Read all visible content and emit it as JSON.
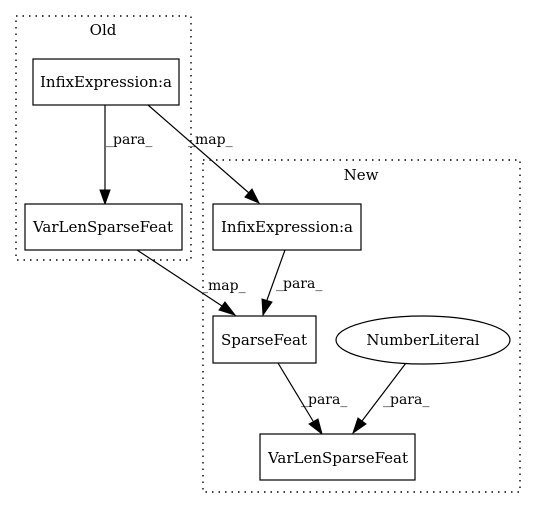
{
  "diagram": {
    "clusters": {
      "old": {
        "label": "Old"
      },
      "new": {
        "label": "New"
      }
    },
    "nodes": {
      "old_infix": {
        "label": "InfixExpression:a",
        "shape": "box"
      },
      "old_varlen": {
        "label": "VarLenSparseFeat",
        "shape": "box"
      },
      "new_infix": {
        "label": "InfixExpression:a",
        "shape": "box"
      },
      "new_sparse": {
        "label": "SparseFeat",
        "shape": "box"
      },
      "new_number": {
        "label": "NumberLiteral",
        "shape": "ellipse"
      },
      "new_varlen": {
        "label": "VarLenSparseFeat",
        "shape": "box"
      }
    },
    "edges": {
      "old_infix_to_old_varlen": {
        "from": "old_infix",
        "to": "old_varlen",
        "label": "_para_"
      },
      "old_infix_to_new_infix": {
        "from": "old_infix",
        "to": "new_infix",
        "label": "_map_"
      },
      "old_varlen_to_new_sparse": {
        "from": "old_varlen",
        "to": "new_sparse",
        "label": "_map_"
      },
      "new_infix_to_new_sparse": {
        "from": "new_infix",
        "to": "new_sparse",
        "label": "_para_"
      },
      "new_sparse_to_new_varlen": {
        "from": "new_sparse",
        "to": "new_varlen",
        "label": "_para_"
      },
      "new_number_to_new_varlen": {
        "from": "new_number",
        "to": "new_varlen",
        "label": "_para_"
      }
    }
  }
}
